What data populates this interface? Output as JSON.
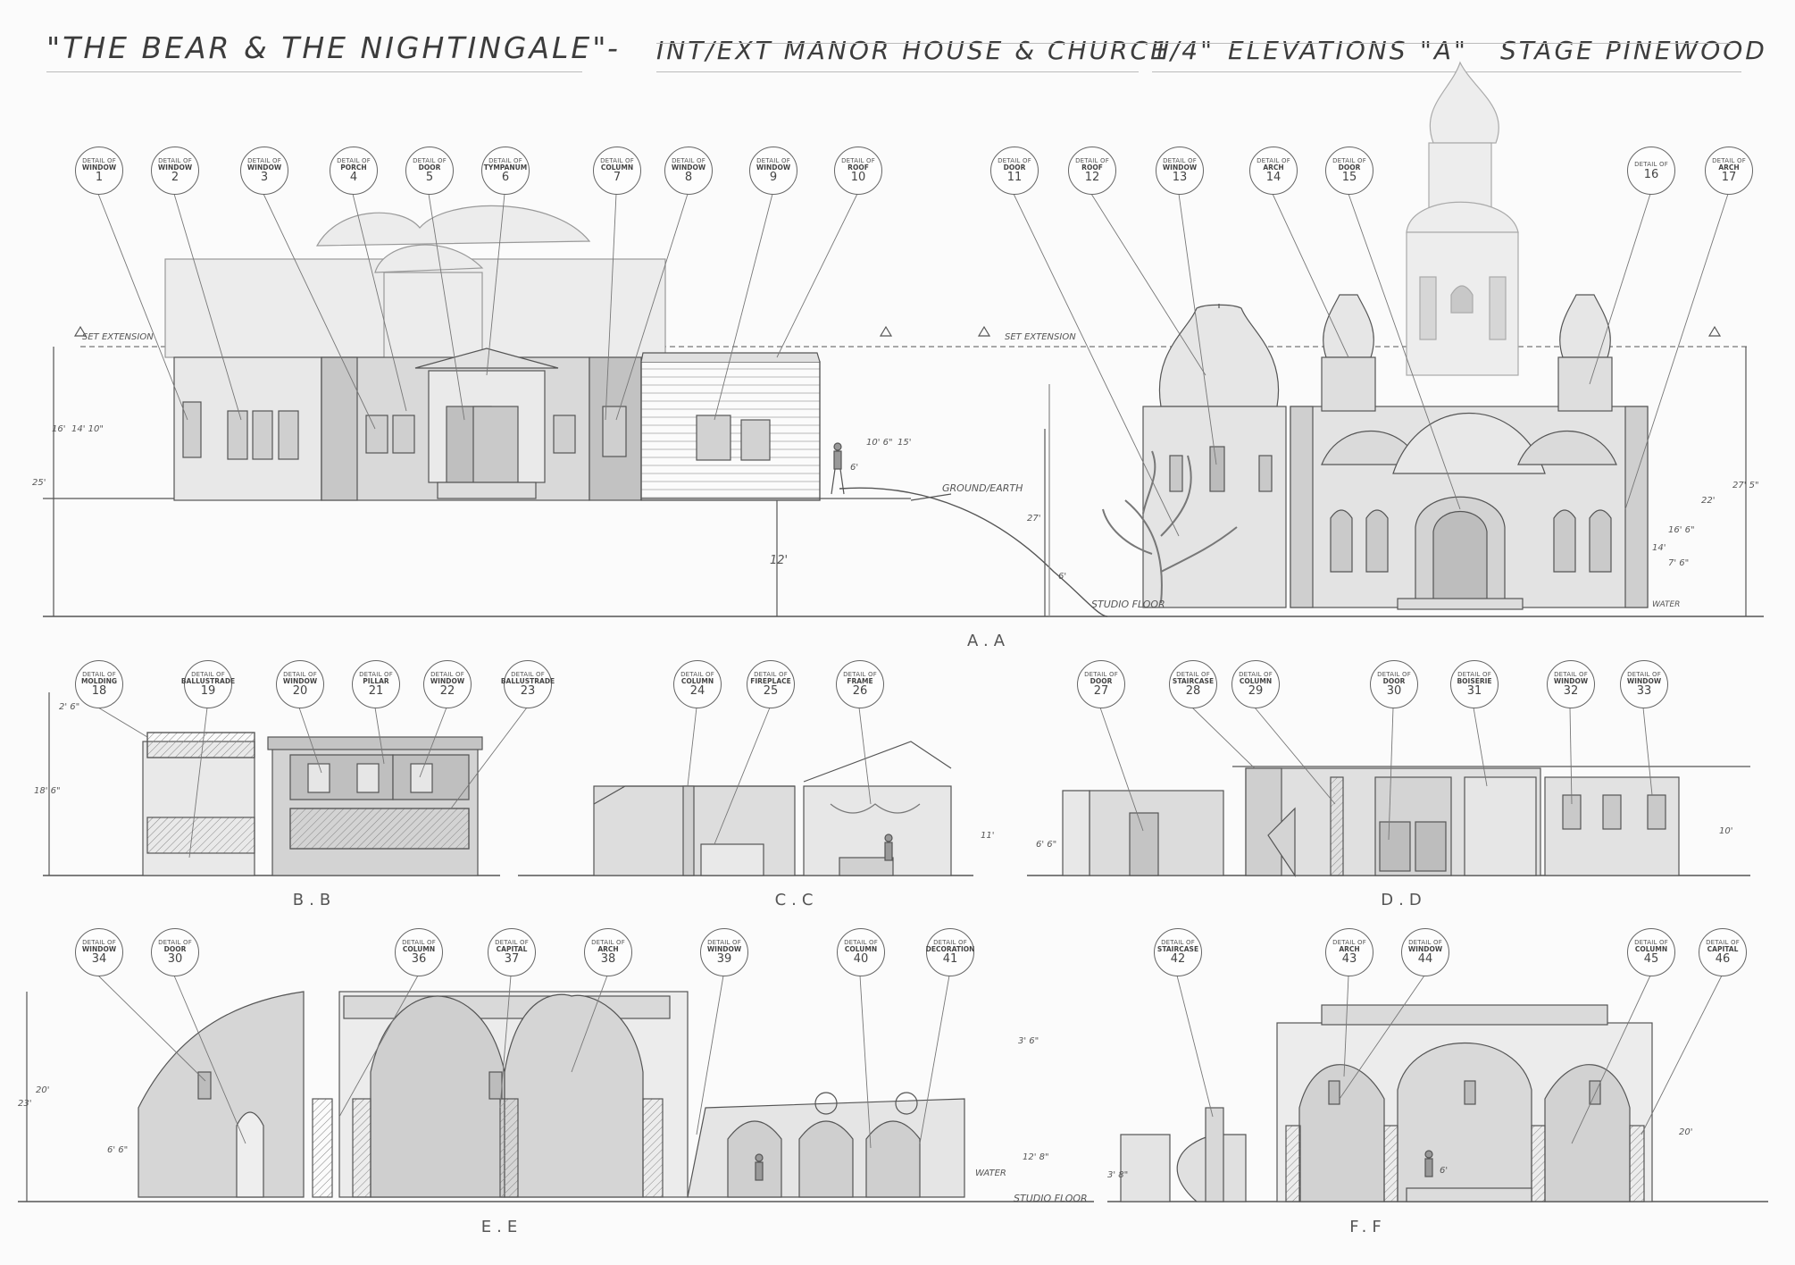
{
  "title": {
    "part1": "\"THE BEAR & THE NIGHTINGALE\"",
    "dash": "-",
    "part2": "INT/EXT MANOR HOUSE & CHURCH",
    "scale": "1/4\"",
    "part3": "ELEVATIONS",
    "sheet": "\"A\"",
    "part4": "STAGE PINEWOOD"
  },
  "detail_prefix": "DETAIL OF",
  "callouts": [
    {
      "id": "1",
      "what": "WINDOW"
    },
    {
      "id": "2",
      "what": "WINDOW"
    },
    {
      "id": "3",
      "what": "WINDOW"
    },
    {
      "id": "4",
      "what": "PORCH"
    },
    {
      "id": "5",
      "what": "DOOR"
    },
    {
      "id": "6",
      "what": "TYMPANUM"
    },
    {
      "id": "7",
      "what": "COLUMN"
    },
    {
      "id": "8",
      "what": "WINDOW"
    },
    {
      "id": "9",
      "what": "WINDOW"
    },
    {
      "id": "10",
      "what": "ROOF"
    },
    {
      "id": "11",
      "what": "DOOR"
    },
    {
      "id": "12",
      "what": "ROOF"
    },
    {
      "id": "13",
      "what": "WINDOW"
    },
    {
      "id": "14",
      "what": "ARCH"
    },
    {
      "id": "15",
      "what": "DOOR"
    },
    {
      "id": "16",
      "what": ""
    },
    {
      "id": "17",
      "what": "ARCH"
    },
    {
      "id": "18",
      "what": "MOLDING"
    },
    {
      "id": "19",
      "what": "BALLUSTRADE"
    },
    {
      "id": "20",
      "what": "WINDOW"
    },
    {
      "id": "21",
      "what": "PILLAR"
    },
    {
      "id": "22",
      "what": "WINDOW"
    },
    {
      "id": "23",
      "what": "BALLUSTRADE"
    },
    {
      "id": "24",
      "what": "COLUMN"
    },
    {
      "id": "25",
      "what": "FIREPLACE"
    },
    {
      "id": "26",
      "what": "FRAME"
    },
    {
      "id": "27",
      "what": "DOOR"
    },
    {
      "id": "28",
      "what": "STAIRCASE"
    },
    {
      "id": "29",
      "what": "COLUMN"
    },
    {
      "id": "30",
      "what": "DOOR"
    },
    {
      "id": "31",
      "what": "BOISERIE"
    },
    {
      "id": "32",
      "what": "WINDOW"
    },
    {
      "id": "33",
      "what": "WINDOW"
    },
    {
      "id": "34",
      "what": "WINDOW"
    },
    {
      "id": "30",
      "what": "DOOR"
    },
    {
      "id": "36",
      "what": "COLUMN"
    },
    {
      "id": "37",
      "what": "CAPITAL"
    },
    {
      "id": "38",
      "what": "ARCH"
    },
    {
      "id": "39",
      "what": "WINDOW"
    },
    {
      "id": "40",
      "what": "COLUMN"
    },
    {
      "id": "41",
      "what": "DECORATION"
    },
    {
      "id": "42",
      "what": "STAIRCASE"
    },
    {
      "id": "43",
      "what": "ARCH"
    },
    {
      "id": "44",
      "what": "WINDOW"
    },
    {
      "id": "45",
      "what": "COLUMN"
    },
    {
      "id": "46",
      "what": "CAPITAL"
    }
  ],
  "sections": [
    "A.A",
    "B.B",
    "C.C",
    "D.D",
    "E.E",
    "F.F"
  ],
  "annotations": {
    "set_extension_1": "SET EXTENSION",
    "set_extension_2": "SET EXTENSION",
    "ground": "GROUND/EARTH",
    "studio_floor_1": "STUDIO FLOOR",
    "studio_floor_2": "STUDIO FLOOR",
    "water_1": "WATER",
    "water_2": "WATER"
  },
  "dimensions": {
    "a_overall": "25'",
    "a_house": "16'",
    "a_house2": "14' 10\"",
    "a_shed": "10' 6\"",
    "a_shed2": "15'",
    "a_figure": "6'",
    "a_span": "12'",
    "a_church": "27' 5\"",
    "a_church2": "22'",
    "a_church3": "16' 6\"",
    "a_church4": "14'",
    "a_church5": "7' 6\"",
    "a_left": "27'",
    "a_left2": "6'",
    "b_overall": "18' 6\"",
    "b_top": "2' 6\"",
    "c_mid": "11'",
    "d_mid": "6' 6\"",
    "d_right": "10'",
    "e_overall": "23'",
    "e_20": "20'",
    "e_top": "3' 6\"",
    "e_mid": "12' 8\"",
    "e_low": "6' 6\"",
    "f_fig": "6'",
    "f_20": "20'",
    "f_low": "3' 8\""
  },
  "colors": {
    "line": "#555555",
    "fill": "#dcdcdc",
    "dark": "#b7b7b7",
    "paper": "#fbfbfb"
  }
}
